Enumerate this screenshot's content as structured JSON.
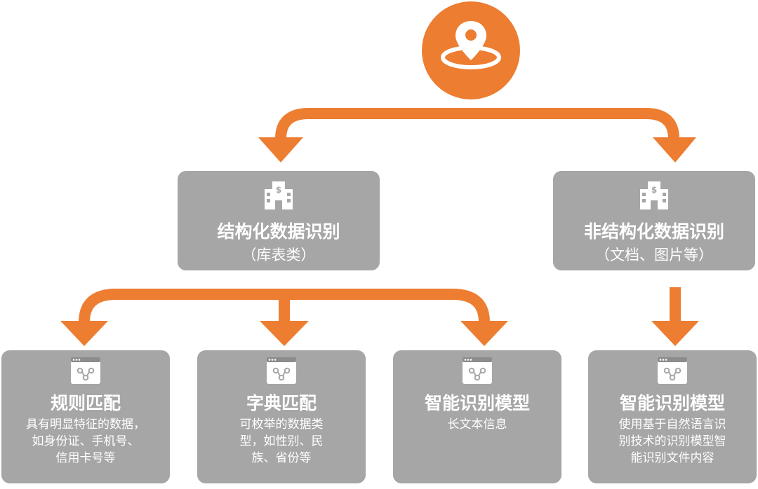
{
  "colors": {
    "accent": "#ED7D31",
    "box": "#A6A6A6",
    "text": "#FFFFFF"
  },
  "root": {
    "icon": "map-pin-icon"
  },
  "structured": {
    "icon": "building-icon",
    "title": "结构化数据识别",
    "subtitle": "（库表类）",
    "children": [
      {
        "icon": "workflow-window-icon",
        "title": "规则匹配",
        "desc": "具有明显特征的数据，\n如身份证、手机号、\n信用卡号等"
      },
      {
        "icon": "workflow-window-icon",
        "title": "字典匹配",
        "desc": "可枚举的数据类\n型，如性别、民\n族、省份等"
      },
      {
        "icon": "workflow-window-icon",
        "title": "智能识别模型",
        "desc": "长文本信息"
      }
    ]
  },
  "unstructured": {
    "icon": "building-icon",
    "title": "非结构化数据识别",
    "subtitle": "（文档、图片等）",
    "children": [
      {
        "icon": "workflow-window-icon",
        "title": "智能识别模型",
        "desc": "使用基于自然语言识\n别技术的识别模型智\n能识别文件内容"
      }
    ]
  }
}
